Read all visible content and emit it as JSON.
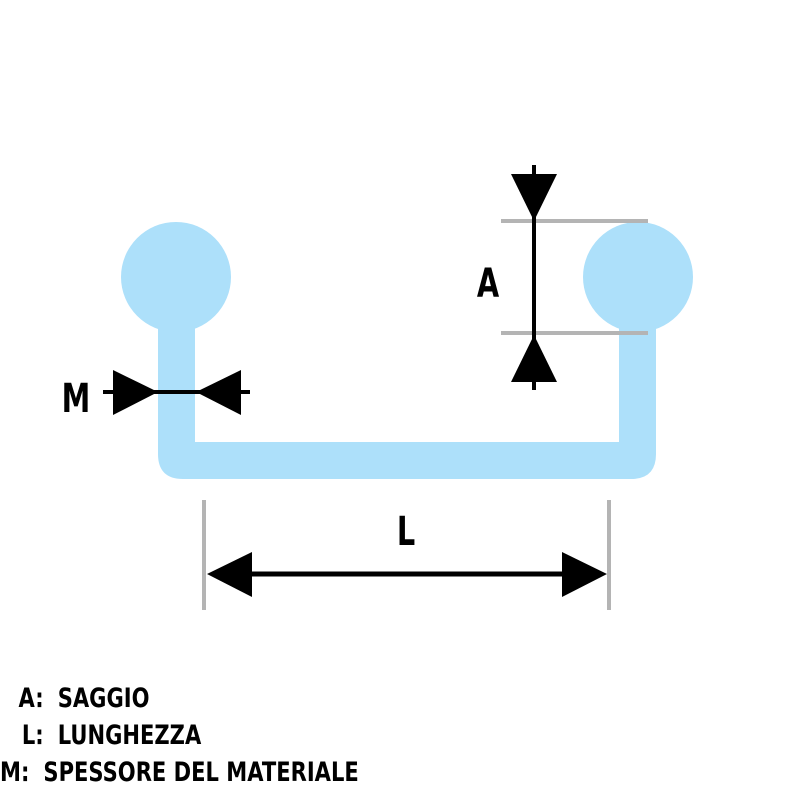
{
  "diagram": {
    "shape_color": "#ADE0FA",
    "dimension_line_color": "#000000",
    "extension_line_color": "#B4B4B4",
    "labels": {
      "a": "A",
      "l": "L",
      "m": "M"
    }
  },
  "legend": {
    "items": [
      {
        "key": "A:",
        "text": "SAGGIO"
      },
      {
        "key": "L:",
        "text": "LUNGHEZZA"
      },
      {
        "key": "M:",
        "text": "SPESSORE DEL MATERIALE"
      }
    ]
  }
}
